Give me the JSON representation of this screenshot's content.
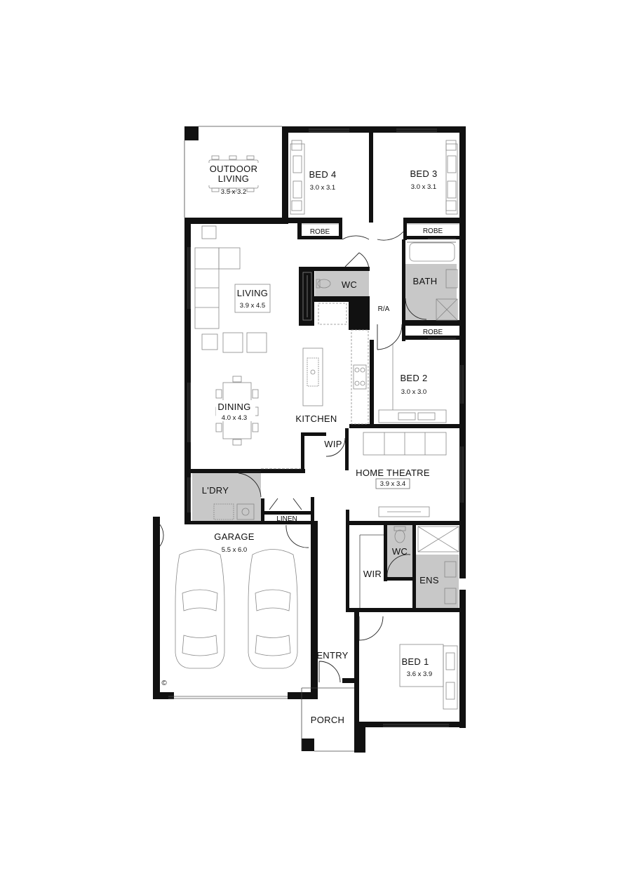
{
  "plan": {
    "rooms": {
      "outdoor_living": {
        "name_line1": "OUTDOOR",
        "name_line2": "LIVING",
        "dims": "3.5 x 3.2"
      },
      "bed4": {
        "name": "BED 4",
        "dims": "3.0 x 3.1"
      },
      "bed3": {
        "name": "BED 3",
        "dims": "3.0 x 3.1"
      },
      "robe_bed4": {
        "name": "ROBE"
      },
      "robe_bed3": {
        "name": "ROBE"
      },
      "living": {
        "name": "LIVING",
        "dims": "3.9 x 4.5"
      },
      "wc_upper": {
        "name": "WC"
      },
      "bath": {
        "name": "BATH"
      },
      "ra": {
        "name": "R/A"
      },
      "robe_bed2": {
        "name": "ROBE"
      },
      "bed2": {
        "name": "BED 2",
        "dims": "3.0 x 3.0"
      },
      "dining": {
        "name": "DINING",
        "dims": "4.0 x 4.3"
      },
      "kitchen": {
        "name": "KITCHEN"
      },
      "wip": {
        "name": "WIP"
      },
      "home_theatre": {
        "name": "HOME THEATRE",
        "dims": "3.9 x 3.4"
      },
      "laundry": {
        "name": "L'DRY"
      },
      "linen": {
        "name": "LINEN"
      },
      "garage": {
        "name": "GARAGE",
        "dims": "5.5 x 6.0"
      },
      "wc_ensuite": {
        "name": "WC"
      },
      "wir": {
        "name": "WIR"
      },
      "ens": {
        "name": "ENS"
      },
      "entry": {
        "name": "ENTRY"
      },
      "bed1": {
        "name": "BED 1",
        "dims": "3.6 x 3.9"
      },
      "porch": {
        "name": "PORCH"
      }
    },
    "copyright": "©"
  },
  "colors": {
    "wall": "#111111",
    "wet_area": "#c8c8c8",
    "furniture": "#888888"
  }
}
